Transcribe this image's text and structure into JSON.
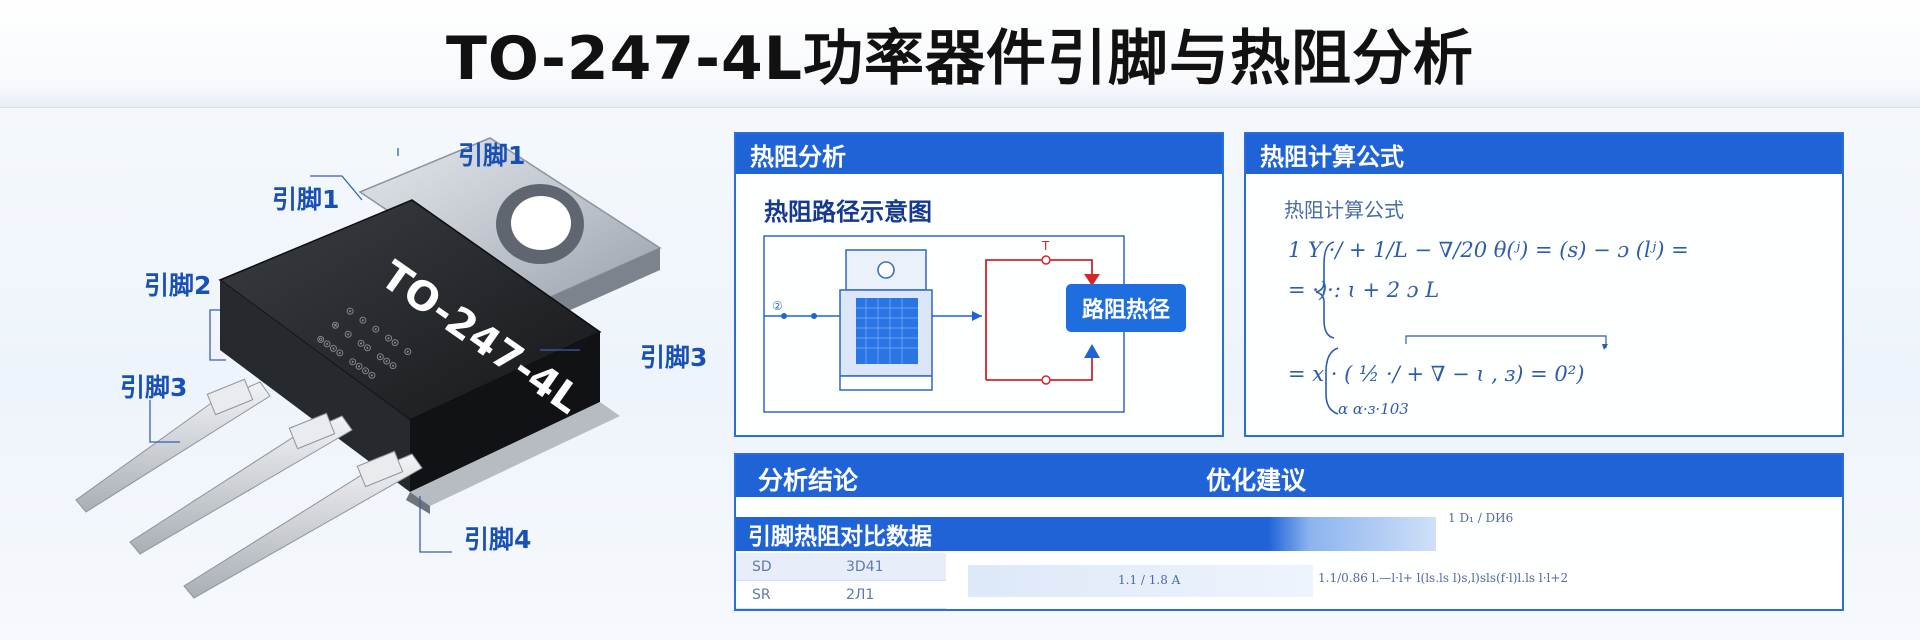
{
  "page": {
    "title": "TO-247-4L功率器件引脚与热阻分析"
  },
  "device": {
    "marking": "TO-247-4L",
    "pin_labels": [
      "引脚1",
      "引脚1",
      "引脚2",
      "引脚3",
      "引脚3",
      "引脚4"
    ]
  },
  "thermal_panel": {
    "header": "热阻分析",
    "subtitle": "热阻路径示意图",
    "path_button": "路阻热径",
    "node_labels": [
      "②",
      "T"
    ]
  },
  "formula_panel": {
    "header": "热阻计算公式",
    "subtitle": "热阻计算公式",
    "lines": [
      "1 Y   ·/ + 1/L − ∇/20   θ(ʲ) = (s) − ɔ (lʲ) =",
      "= ·)·:       ɩ + 2 ɔ L",
      "= x · ( ½ ·/ + ∇ − ɩ , ɜ) = 0²)",
      "α         α·ɜ·103"
    ]
  },
  "bottom_panel": {
    "header_left": "分析结论",
    "header_right": "优化建议",
    "compare_title": "引脚热阻对比数据",
    "rows": [
      {
        "key": "SD",
        "value": "3D41"
      },
      {
        "key": "SR",
        "value": "2Л1"
      }
    ],
    "progress_caption": "1.1 / 1.8 A",
    "side_note": "1 D₁ / DИ6",
    "footnote": "1.1/0.86 l.—l·l+ l(ls.ls l)s,l)sls(f·l)l.ls  l·l+2"
  },
  "colors": {
    "accent": "#1f63d6",
    "title": "#111111",
    "label": "#1850b5",
    "flow_red": "#d3262b",
    "flow_blue": "#1f63d6"
  }
}
